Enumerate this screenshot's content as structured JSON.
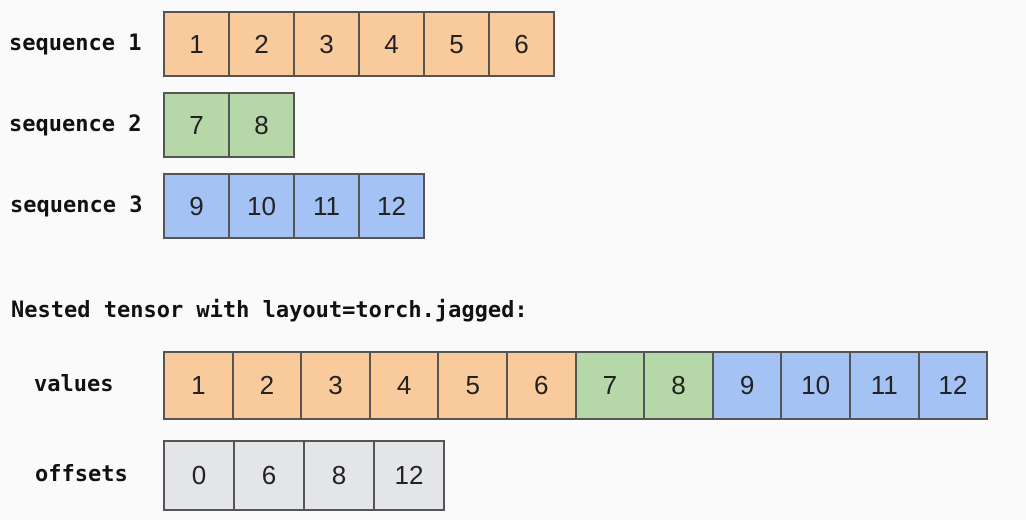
{
  "colors": {
    "sequence_1": "#f9cb9c",
    "sequence_2": "#b6d7a8",
    "sequence_3": "#a4c2f4",
    "offsets": "#e3e5e8",
    "border": "#555555"
  },
  "sequences": [
    {
      "label": "sequence 1",
      "values": [
        "1",
        "2",
        "3",
        "4",
        "5",
        "6"
      ],
      "color": "orange"
    },
    {
      "label": "sequence 2",
      "values": [
        "7",
        "8"
      ],
      "color": "green"
    },
    {
      "label": "sequence 3",
      "values": [
        "9",
        "10",
        "11",
        "12"
      ],
      "color": "blue"
    }
  ],
  "nested": {
    "heading": "Nested tensor with layout=torch.jagged:",
    "values_label": "values",
    "values": [
      {
        "v": "1",
        "color": "orange"
      },
      {
        "v": "2",
        "color": "orange"
      },
      {
        "v": "3",
        "color": "orange"
      },
      {
        "v": "4",
        "color": "orange"
      },
      {
        "v": "5",
        "color": "orange"
      },
      {
        "v": "6",
        "color": "orange"
      },
      {
        "v": "7",
        "color": "green"
      },
      {
        "v": "8",
        "color": "green"
      },
      {
        "v": "9",
        "color": "blue"
      },
      {
        "v": "10",
        "color": "blue"
      },
      {
        "v": "11",
        "color": "blue"
      },
      {
        "v": "12",
        "color": "blue"
      }
    ],
    "offsets_label": "offsets",
    "offsets": [
      "0",
      "6",
      "8",
      "12"
    ]
  }
}
